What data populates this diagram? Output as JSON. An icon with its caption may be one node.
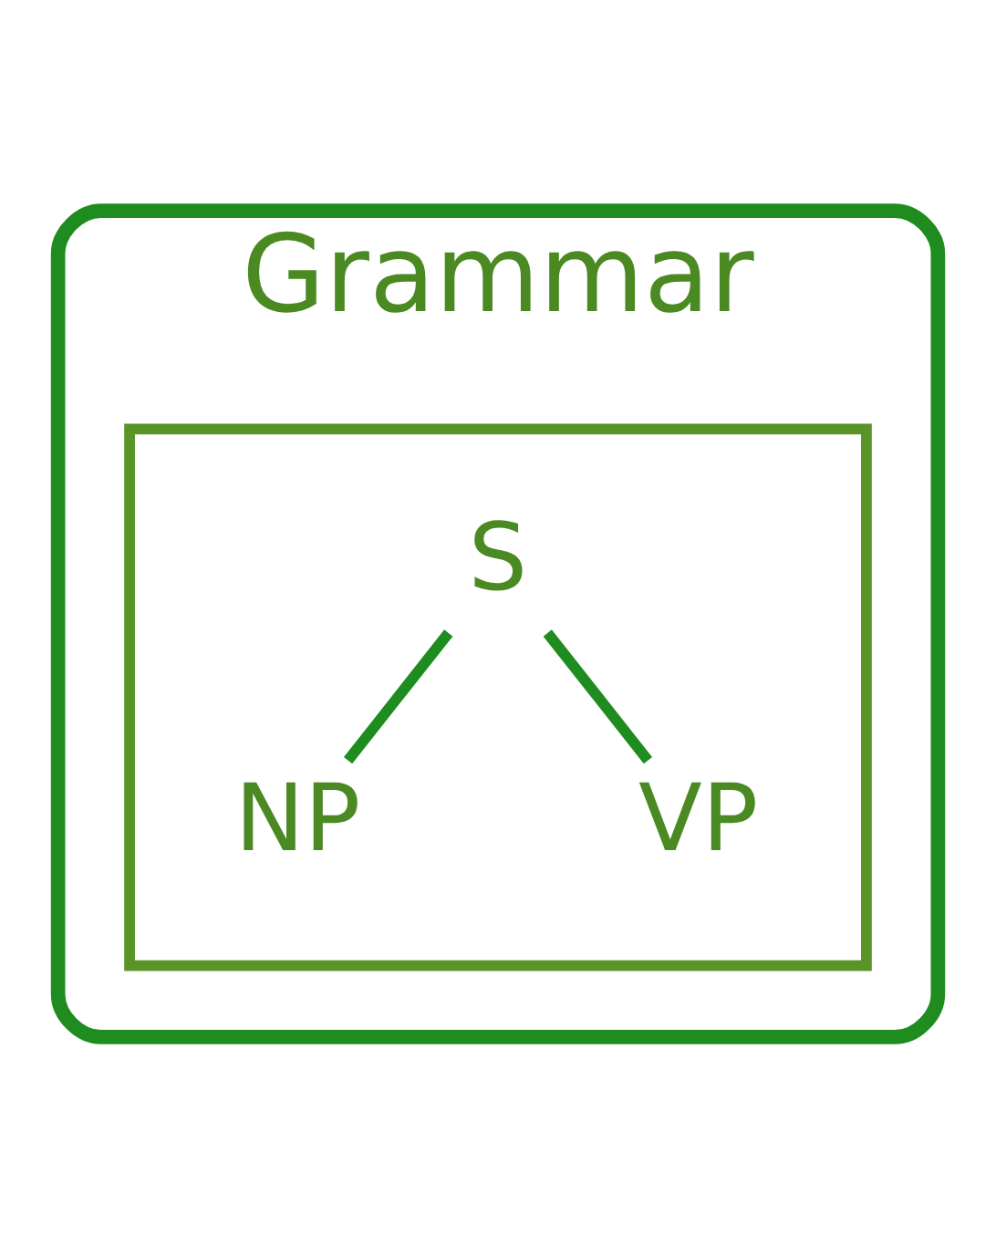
{
  "diagram": {
    "nodes": [
      {
        "text": [
          "Grammar"
        ]
      },
      {
        "text": [],
        "shape": "box",
        "in": 0
      },
      {
        "text": [
          "S"
        ],
        "in": 1
      },
      {
        "text": [
          "NP"
        ],
        "in": 1
      },
      {
        "text": [
          "VP"
        ],
        "in": 1
      }
    ],
    "edges": [
      {
        "from": 2,
        "to": 3,
        "arrow": "none"
      },
      {
        "from": 2,
        "to": 4,
        "arrow": "none"
      }
    ]
  }
}
